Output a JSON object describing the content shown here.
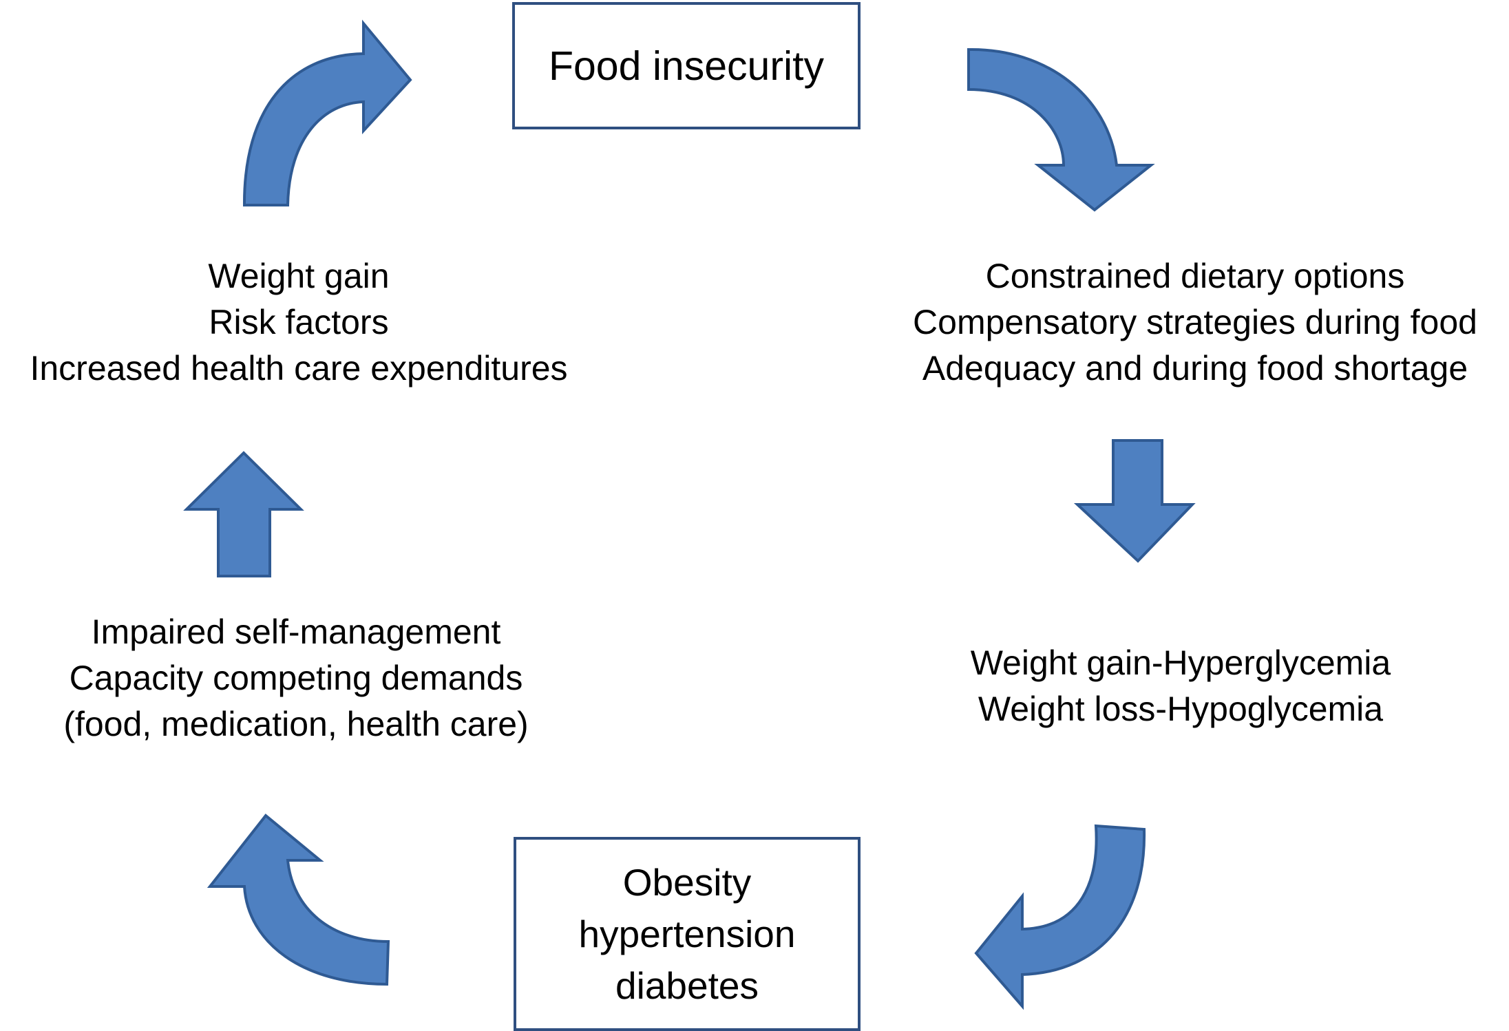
{
  "boxes": {
    "top": "Food insecurity",
    "bottom": [
      "Obesity",
      "hypertension",
      "diabetes"
    ]
  },
  "texts": {
    "top_left": [
      "Weight gain",
      "Risk factors",
      "Increased health care expenditures"
    ],
    "top_right": [
      "Constrained dietary options",
      "Compensatory strategies during food",
      "Adequacy and during food shortage"
    ],
    "bottom_right": [
      "Weight gain-Hyperglycemia",
      "Weight loss-Hypoglycemia"
    ],
    "bottom_left": [
      "Impaired self-management",
      "Capacity competing demands",
      "(food, medication, health care)"
    ]
  },
  "colors": {
    "arrow_fill": "#4e80c1",
    "arrow_stroke": "#2f5a93",
    "box_border": "#2f4f80"
  }
}
